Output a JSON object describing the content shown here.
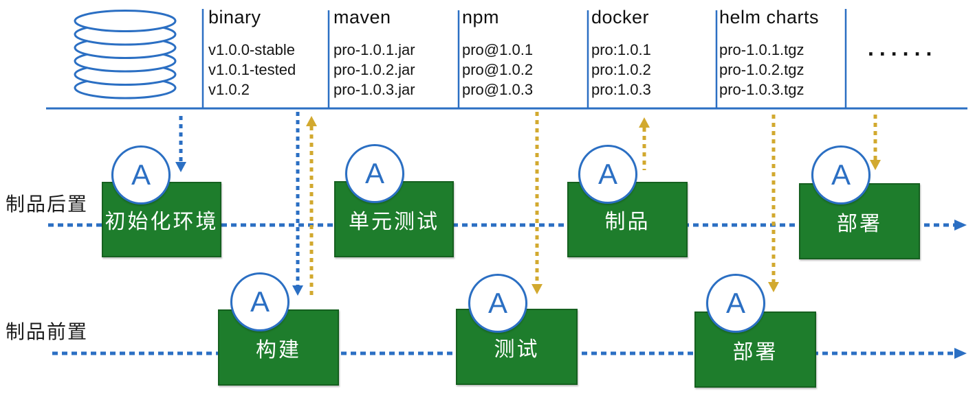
{
  "colors": {
    "line_blue": "#2b6fc3",
    "arrow_gold": "#d2a92f",
    "stage_green": "#1e7d2c",
    "stage_border_green": "#15601f",
    "stage_text": "#ffffff",
    "text": "#141414"
  },
  "repository": {
    "icon": "database-icon",
    "columns": [
      {
        "name": "binary",
        "items": [
          "v1.0.0-stable",
          "v1.0.1-tested",
          "v1.0.2"
        ]
      },
      {
        "name": "maven",
        "items": [
          "pro-1.0.1.jar",
          "pro-1.0.2.jar",
          "pro-1.0.3.jar"
        ]
      },
      {
        "name": "npm",
        "items": [
          "pro@1.0.1",
          "pro@1.0.2",
          "pro@1.0.3"
        ]
      },
      {
        "name": "docker",
        "items": [
          "pro:1.0.1",
          "pro:1.0.2",
          "pro:1.0.3"
        ]
      },
      {
        "name": "helm charts",
        "items": [
          "pro-1.0.1.tgz",
          "pro-1.0.2.tgz",
          "pro-1.0.3.tgz"
        ]
      }
    ],
    "more": "......"
  },
  "badge": {
    "label": "A"
  },
  "pipelines": [
    {
      "label": "制品后置",
      "stages": [
        "初始化环境",
        "单元测试",
        "制品",
        "部署"
      ]
    },
    {
      "label": "制品前置",
      "stages": [
        "构建",
        "测试",
        "部署"
      ]
    }
  ]
}
